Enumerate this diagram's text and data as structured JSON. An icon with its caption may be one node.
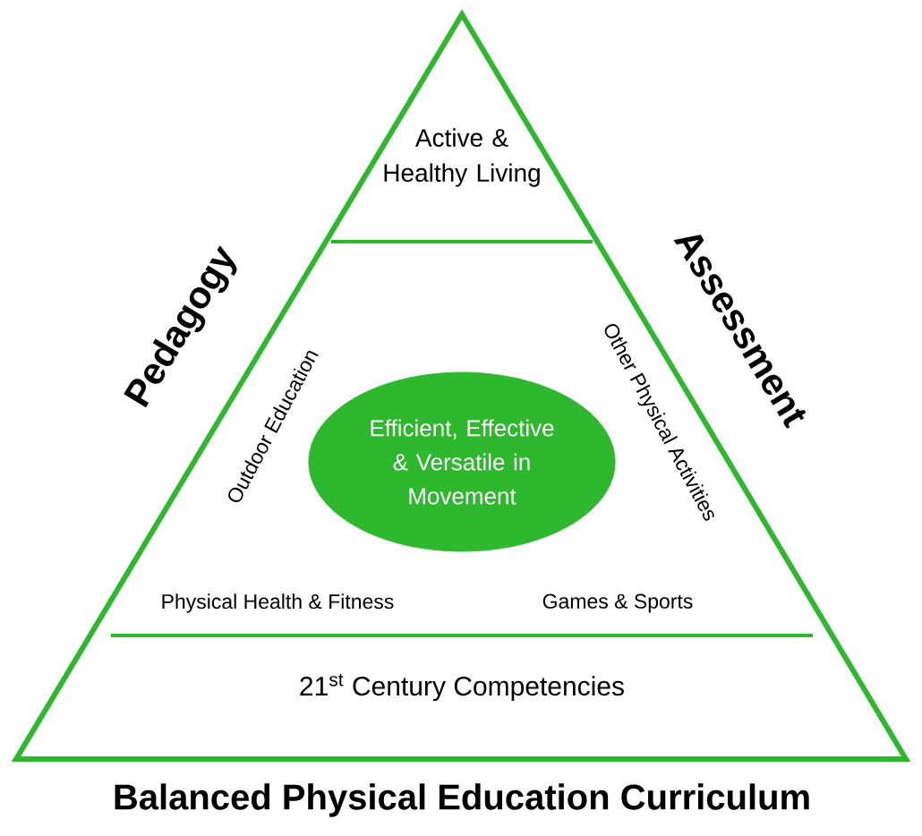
{
  "diagram": {
    "title": "Balanced Physical Education Curriculum",
    "nodes": [
      {
        "text": [
          "Efficient, Effective & Versatile in Movement"
        ]
      }
    ],
    "labels": [
      "Active & Healthy Living",
      "Pedagogy",
      "Assessment",
      "Outdoor Education",
      "Other Physical Activities",
      "Physical Health & Fitness",
      "Games & Sports",
      "21$^{st}$ Century Competencies"
    ]
  }
}
